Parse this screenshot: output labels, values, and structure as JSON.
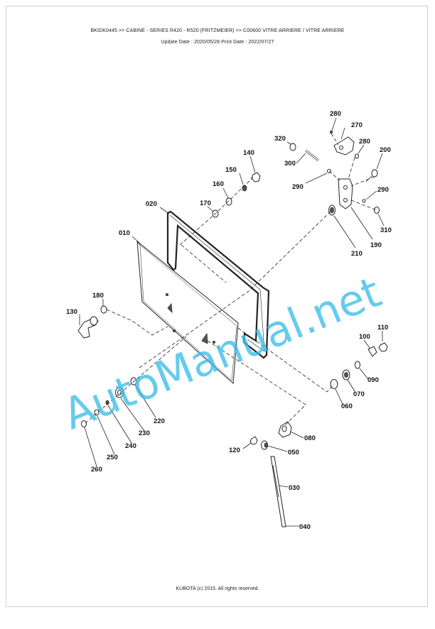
{
  "header": {
    "breadcrumb": "BKIDK0445 >> CABINE - SERIES R420 - R520 (FRITZMEIER) >> C00600   VITRE ARRIERE / VITRE ARRIERE",
    "dates": "Update Date : 2020/05/28   Print Date : 2022/07/27"
  },
  "footer": {
    "copyright": "KUBOTA (c) 2015. All rights reserved."
  },
  "watermark": {
    "text": "AutoManual.net",
    "color": "#3bbde8"
  },
  "callouts": {
    "p010": "010",
    "p020": "020",
    "p030": "030",
    "p040": "040",
    "p050": "050",
    "p060": "060",
    "p070": "070",
    "p080": "080",
    "p090": "090",
    "p100": "100",
    "p110": "110",
    "p120": "120",
    "p130": "130",
    "p140": "140",
    "p150": "150",
    "p160": "160",
    "p170": "170",
    "p180": "180",
    "p190": "190",
    "p200": "200",
    "p210": "210",
    "p220": "220",
    "p230": "230",
    "p240": "240",
    "p250": "250",
    "p260": "260",
    "p270": "270",
    "p280a": "280",
    "p280b": "280",
    "p290a": "290",
    "p290b": "290",
    "p300": "300",
    "p310": "310",
    "p320": "320"
  }
}
